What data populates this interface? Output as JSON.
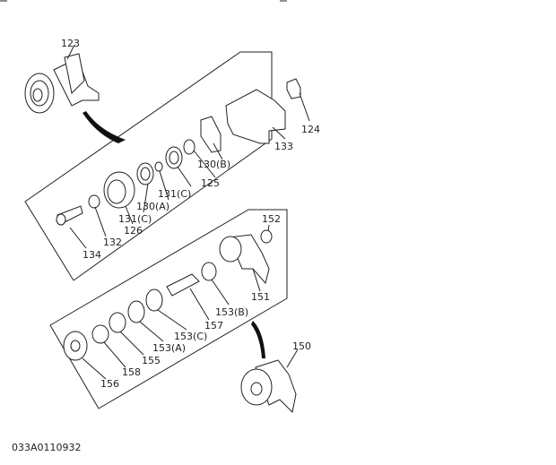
{
  "diagram": {
    "drawing_code": "033A0110932",
    "upper_group": {
      "assembly": "123",
      "parts": [
        "124",
        "133",
        "130(B)",
        "125",
        "131(C)",
        "130(A)",
        "131(C)",
        "126",
        "132",
        "134"
      ]
    },
    "lower_group": {
      "assembly": "150",
      "parts": [
        "152",
        "151",
        "153(B)",
        "157",
        "153(C)",
        "153(A)",
        "155",
        "158",
        "156"
      ]
    }
  }
}
